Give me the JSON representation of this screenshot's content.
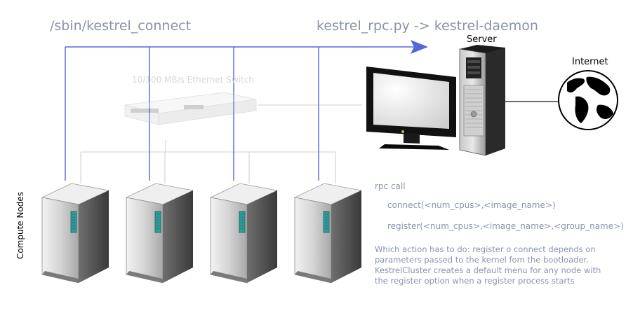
{
  "labels": {
    "script_path": "/sbin/kestrel_connect",
    "rpc_target": "kestrel_rpc.py -> kestrel-daemon",
    "server": "Server",
    "internet": "Internet",
    "switch": "10/100 MB/s Ethernet Switch",
    "compute_nodes": "Compute Nodes"
  },
  "rpc": {
    "title": "rpc call",
    "connect": "connect(<num_cpus>,<image_name>)",
    "register": "register(<num_cpus>,<image_name>,<group_name>)"
  },
  "note": {
    "line1": "Which action has to do: register o connect depends on",
    "line2": "parameters passed to the kernel fom the bootloader.",
    "line3": "KestrelCluster creates a default menu for any node with",
    "line4": "the register option when a register process starts"
  },
  "colors": {
    "rpc_line": "#5566dd",
    "network_line": "#d6d6d6",
    "label_text": "#8a94a6"
  },
  "icons": {
    "nodes": [
      "server-tower-icon",
      "server-tower-icon",
      "server-tower-icon",
      "server-tower-icon"
    ],
    "switch": "ethernet-switch-icon",
    "monitor": "monitor-icon",
    "server": "server-pc-icon",
    "globe": "globe-icon"
  }
}
